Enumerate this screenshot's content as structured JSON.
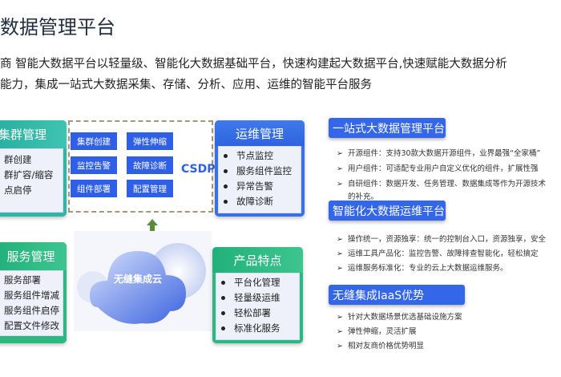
{
  "title": "数据管理平台",
  "intro": [
    "商 智能大数据平台以轻量级、智能化大数据基础平台，快速构建起大数据平台,快速赋能大数据分析",
    "能力，集成一站式大数据采集、存储、分析、应用、运维的智能平台服务"
  ],
  "cluster": {
    "title": "集群管理",
    "items": [
      "群创建",
      "群扩容/缩容",
      "点启停"
    ]
  },
  "csdp": {
    "label": "CSDP",
    "buttons": [
      "集群创建",
      "弹性伸缩",
      "监控告警",
      "故障诊断",
      "组件部署",
      "配置管理"
    ]
  },
  "ops": {
    "title": "运维管理",
    "items": [
      "节点监控",
      "服务组件监控",
      "异常告警",
      "故障诊断"
    ]
  },
  "service": {
    "title": "服务管理",
    "items": [
      "服务部署",
      "服务组件增减",
      "服务组件启停",
      "配置文件修改"
    ]
  },
  "cloud": {
    "label": "无缝集成云"
  },
  "features": {
    "title": "产品特点",
    "items": [
      "平台化管理",
      "轻量级运维",
      "轻松部署",
      "标准化服务"
    ]
  },
  "sections": [
    {
      "title": "一站式大数据管理平台",
      "items": [
        "开源组件：支持30款大数据开源组件，业界最强“全家桶”",
        "用户组件：可适配专业用户自定义优化的组件，扩展性强",
        "自研组件：数据开发、任务管理、数据集成等作为开源技术"
      ],
      "continuation": "的补充。"
    },
    {
      "title": "智能化大数据运维平台",
      "items": [
        "操作统一，资源独享：统一的控制台入口，资源独享，安全",
        "运维工具产品化：监控告警、故障排查智能化，轻松搞定",
        "运维服务标准化：专业的云上大数据运维服务。"
      ]
    },
    {
      "title": "无缝集成IaaS优势",
      "items": [
        "针对大数据场景优选基础设施方案",
        "弹性伸缩，灵活扩展",
        "相对友商价格优势明显"
      ]
    }
  ],
  "colors": {
    "teal": "#2fb6a6",
    "blue": "#3466e8",
    "green": "#2bb883",
    "button": "#2f5fe6"
  }
}
